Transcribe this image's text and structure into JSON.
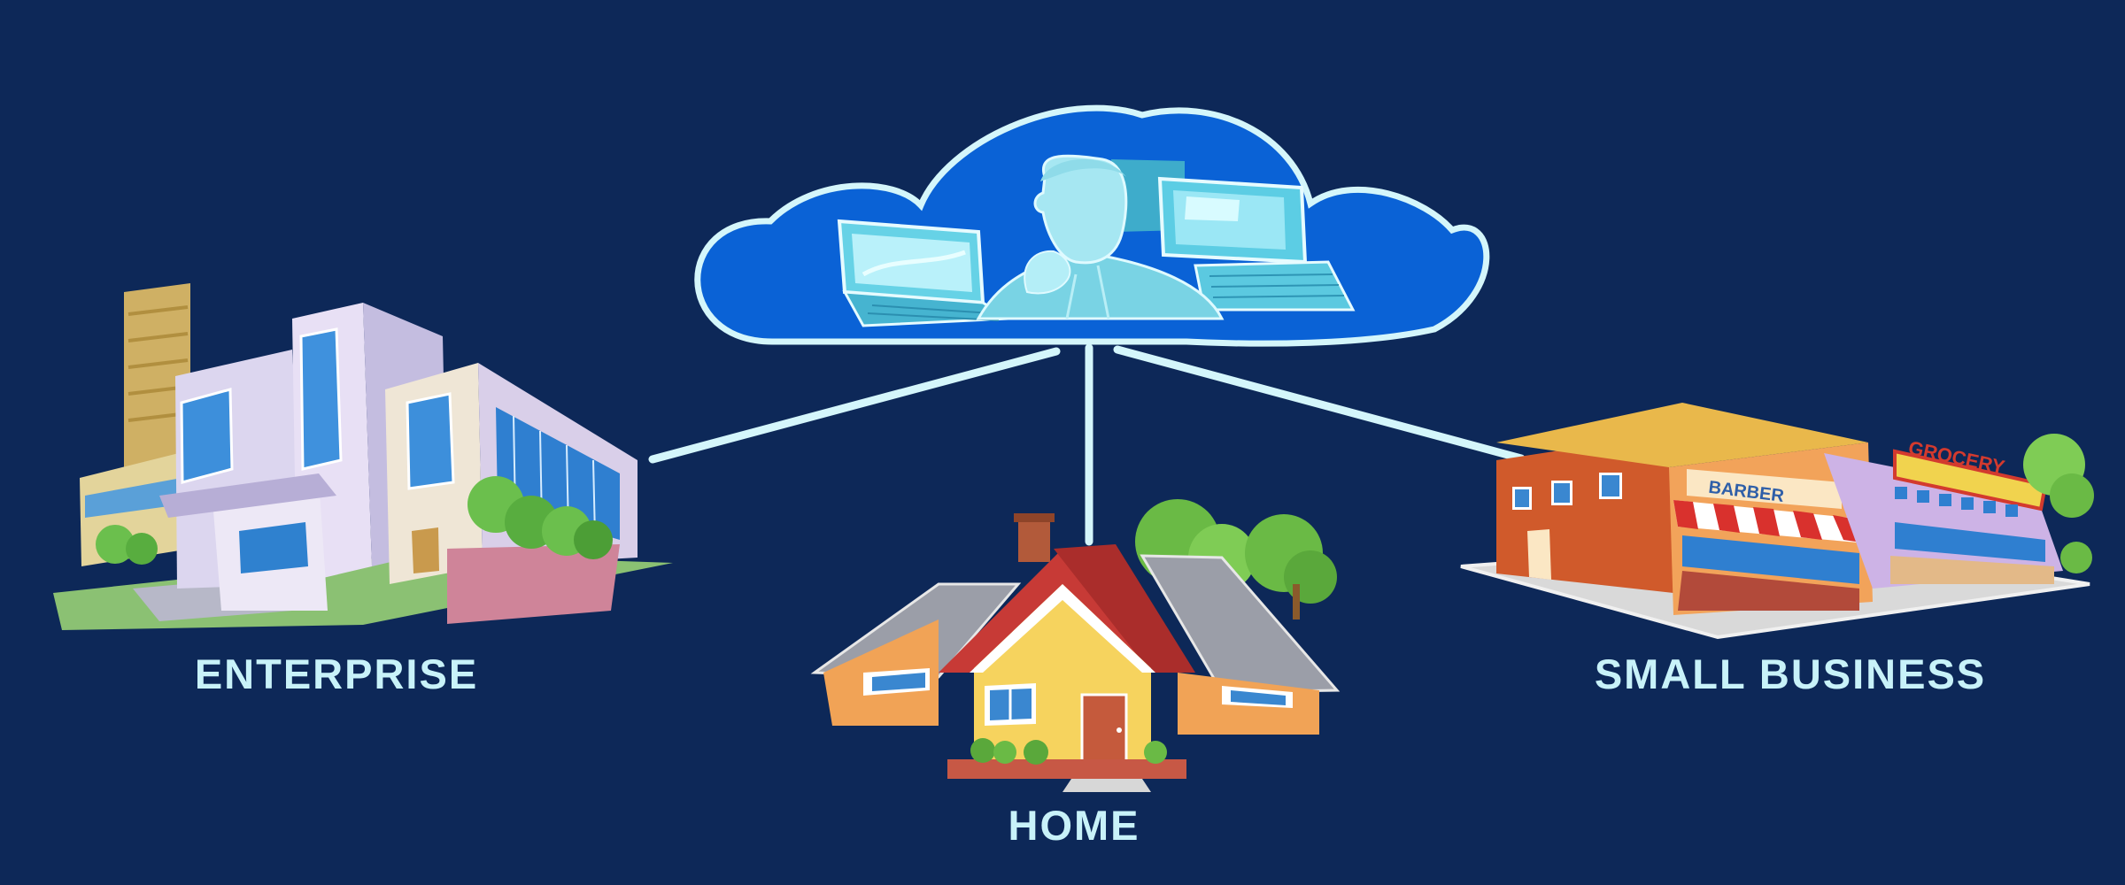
{
  "diagram": {
    "hub": {
      "icon": "cloud-computing-icon"
    },
    "nodes": [
      {
        "id": "enterprise",
        "label": "ENTERPRISE",
        "icon": "office-building-icon"
      },
      {
        "id": "home",
        "label": "HOME",
        "icon": "house-icon"
      },
      {
        "id": "small_business",
        "label": "SMALL BUSINESS",
        "icon": "storefront-icon"
      }
    ],
    "signs": {
      "barber": "BARBER",
      "grocery": "GROCERY"
    }
  },
  "colors": {
    "background": "#0d2858",
    "cloud_fill": "#0a62d6",
    "cloud_outline": "#d4f6fb",
    "connector": "#d4f6fb",
    "label_text": "#c8f2f9"
  }
}
